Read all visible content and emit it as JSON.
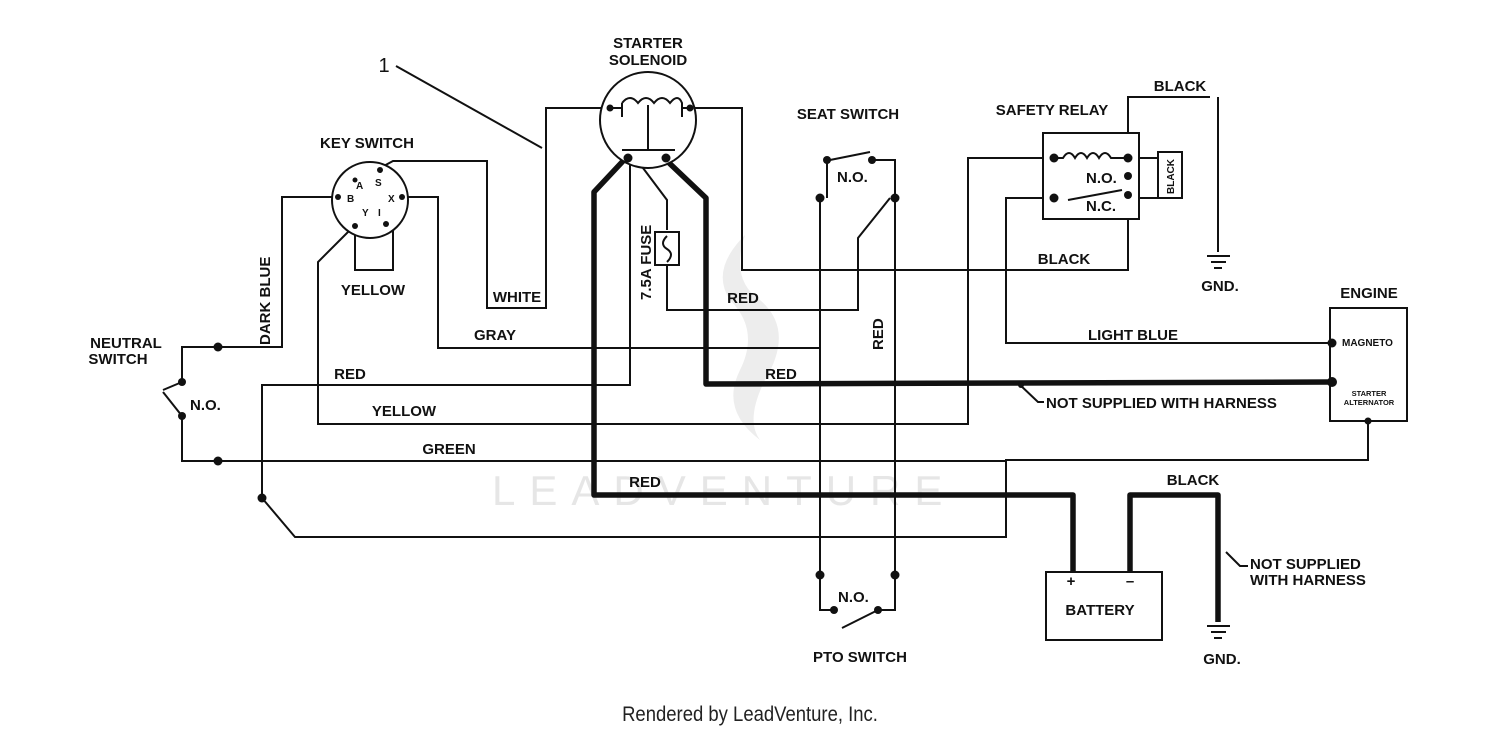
{
  "footer": "Rendered by LeadVenture, Inc.",
  "watermark": "LEADVENTURE",
  "callout": "1",
  "components": {
    "starter_solenoid": [
      "STARTER",
      "SOLENOID"
    ],
    "key_switch": "KEY SWITCH",
    "key_switch_terminals": {
      "a": "A",
      "s": "S",
      "b": "B",
      "x": "X",
      "y": "Y",
      "i": "I"
    },
    "seat_switch": "SEAT SWITCH",
    "safety_relay": "SAFETY RELAY",
    "neutral_switch": [
      "NEUTRAL",
      "SWITCH"
    ],
    "engine": "ENGINE",
    "magneto": "MAGNETO",
    "starter_alternator": [
      "STARTER",
      "ALTERNATOR"
    ],
    "battery": "BATTERY",
    "battery_pos": "+",
    "battery_neg": "–",
    "pto_switch": "PTO SWITCH",
    "fuse": "7.5A FUSE",
    "gnd": "GND.",
    "no": "N.O.",
    "nc": "N.C."
  },
  "wires": {
    "white": "WHITE",
    "gray": "GRAY",
    "yellow": "YELLOW",
    "red": "RED",
    "dark_blue": "DARK BLUE",
    "green": "GREEN",
    "black": "BLACK",
    "light_blue": "LIGHT BLUE"
  },
  "notes": {
    "not_supplied": "NOT SUPPLIED WITH HARNESS",
    "not_supplied_lines": [
      "NOT SUPPLIED",
      "WITH HARNESS"
    ]
  }
}
